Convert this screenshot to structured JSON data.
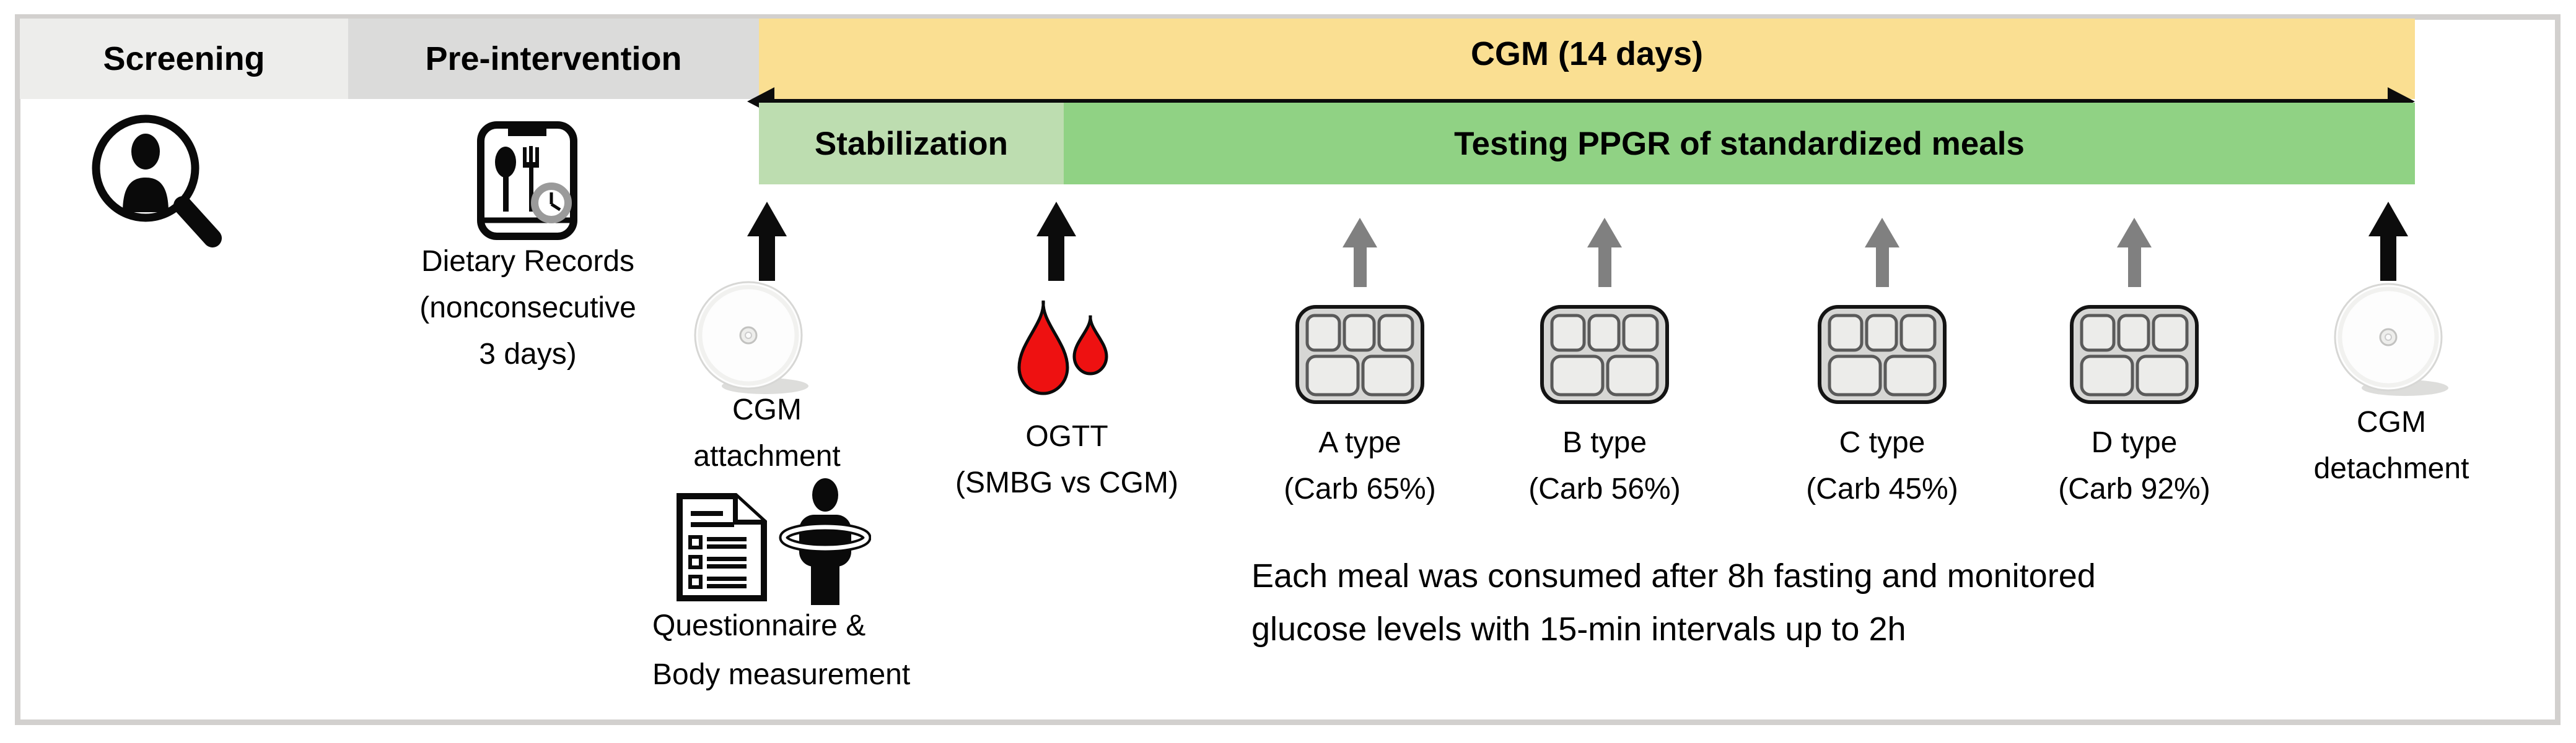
{
  "colors": {
    "border_gray": "#d2d0ce",
    "screening_bg": "#ededeb",
    "pre_intervention_bg": "#dbdbda",
    "cgm_bar_bg": "#fadf92",
    "stabilization_bg": "#bdddb0",
    "testing_bg": "#90d284",
    "gray_arrow": "#808080",
    "blood_red": "#ee1111"
  },
  "phases": {
    "screening": "Screening",
    "pre_intervention": "Pre-intervention",
    "cgm": "CGM (14 days)",
    "stabilization": "Stabilization",
    "testing": "Testing PPGR of standardized meals"
  },
  "dietary": {
    "line1": "Dietary Records",
    "line2": "(nonconsecutive",
    "line3": "3 days)"
  },
  "attachment": {
    "line1": "CGM",
    "line2": "attachment"
  },
  "questionnaire": {
    "line1": "Questionnaire &",
    "line2": "Body measurement"
  },
  "ogtt": {
    "line1": "OGTT",
    "line2": "(SMBG vs CGM)"
  },
  "meals": [
    {
      "type": "A type",
      "carb": "(Carb 65%)"
    },
    {
      "type": "B type",
      "carb": "(Carb 56%)"
    },
    {
      "type": "C type",
      "carb": "(Carb 45%)"
    },
    {
      "type": "D type",
      "carb": "(Carb 92%)"
    }
  ],
  "note": {
    "line1": "Each meal was consumed after 8h fasting and monitored",
    "line2": "glucose levels with 15-min intervals up to 2h"
  },
  "detachment": {
    "line1": "CGM",
    "line2": "detachment"
  }
}
